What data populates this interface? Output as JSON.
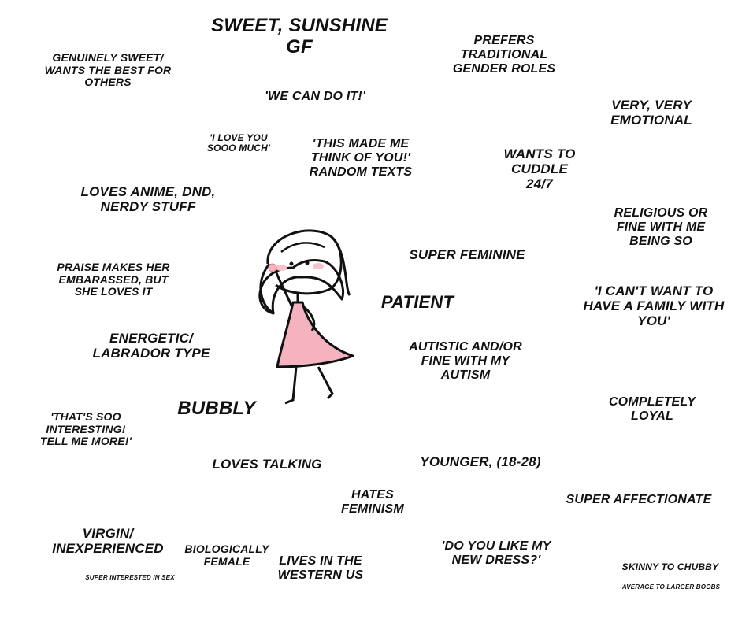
{
  "title": "Sweet, Sunshine\nGF",
  "traits": {
    "genuinely_sweet": "Genuinely sweet/\nwants the best for\nothers",
    "we_can_do_it": "'We can do it!'",
    "traditional_roles": "Prefers\ntraditional\ngender roles",
    "emotional": "Very, very\nemotional",
    "love_you": "'I love you\nsooo much'",
    "made_me_think": "'This made me\nthink of you!'\nrandom texts",
    "cuddle": "Wants to cuddle\n24/7",
    "anime": "Loves anime, DnD,\nnerdy stuff",
    "religious": "Religious or\nfine with me\nbeing so",
    "super_feminine": "Super feminine",
    "praise": "Praise makes her\nembarassed, but\nshe loves it",
    "patient": "Patient",
    "family": "'I can't want to\nhave a family with\nyou'",
    "energetic": "Energetic/\nLabrador type",
    "autistic": "Autistic and/or\nfine with my\nautism",
    "bubbly": "Bubbly",
    "loyal": "Completely\nloyal",
    "interesting": "'That's soo\ninteresting!\ntell me more!'",
    "loves_talking": "Loves talking",
    "younger": "Younger, (18-28)",
    "feminism": "Hates\nfeminism",
    "affectionate": "Super affectionate",
    "virgin": "Virgin/\ninexperienced",
    "bio_female": "Biologically\nfemale",
    "western_us": "Lives in the\nwestern US",
    "dress": "'Do you like my\nnew dress?'",
    "skinny": "Skinny to chubby",
    "interested_sex": "Super interested in sex",
    "boobs": "Average to larger boobs"
  },
  "colors": {
    "dress": "#f4b3bf",
    "blush": "#f7c3cb",
    "ink": "#111111"
  }
}
